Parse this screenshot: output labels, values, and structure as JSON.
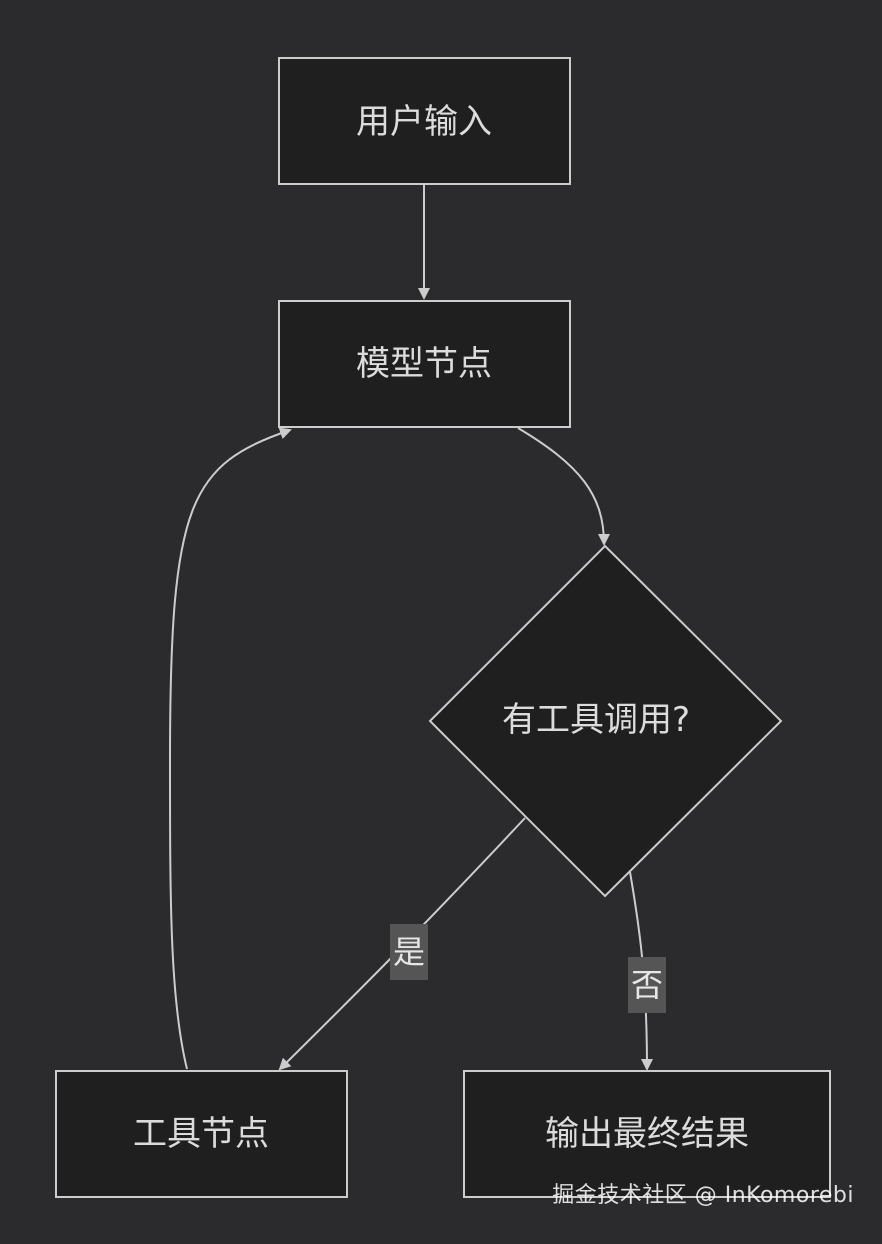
{
  "diagram": {
    "nodes": {
      "user_input": "用户输入",
      "model_node": "模型节点",
      "decision": "有工具调用?",
      "tool_node": "工具节点",
      "final_output": "输出最终结果"
    },
    "edge_labels": {
      "yes": "是",
      "no": "否"
    }
  },
  "watermark": "掘金技术社区 @ InKomorebi",
  "colors": {
    "background": "#2b2b2d",
    "node_fill": "#1f1f1f",
    "node_stroke": "#cccccc",
    "edge_stroke": "#cccccc",
    "edge_label_bg": "#555555",
    "text": "#dcdcdc"
  }
}
